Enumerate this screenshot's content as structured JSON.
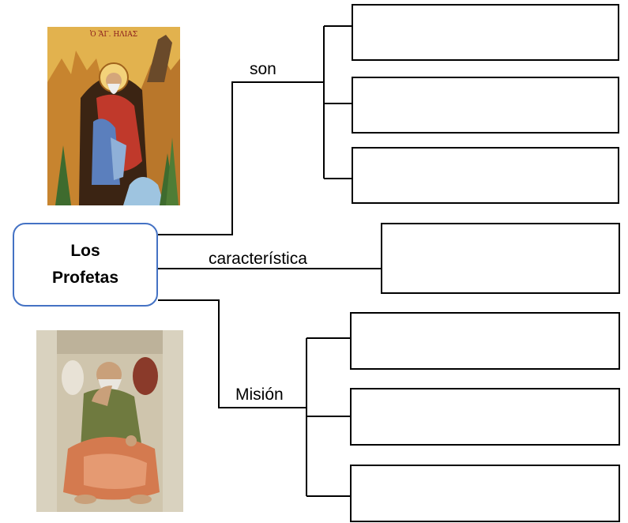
{
  "central": {
    "line1": "Los",
    "line2": "Profetas"
  },
  "edges": {
    "son": "son",
    "caracteristica": "característica",
    "mision": "Misión"
  },
  "images": [
    {
      "name": "Elijah icon",
      "inscription": "Ὁ ἍΓ. ΗΛΙΑΣ"
    },
    {
      "name": "Jeremiah fresco"
    }
  ],
  "colors": {
    "central_border": "#4472c4",
    "line": "#000000"
  }
}
